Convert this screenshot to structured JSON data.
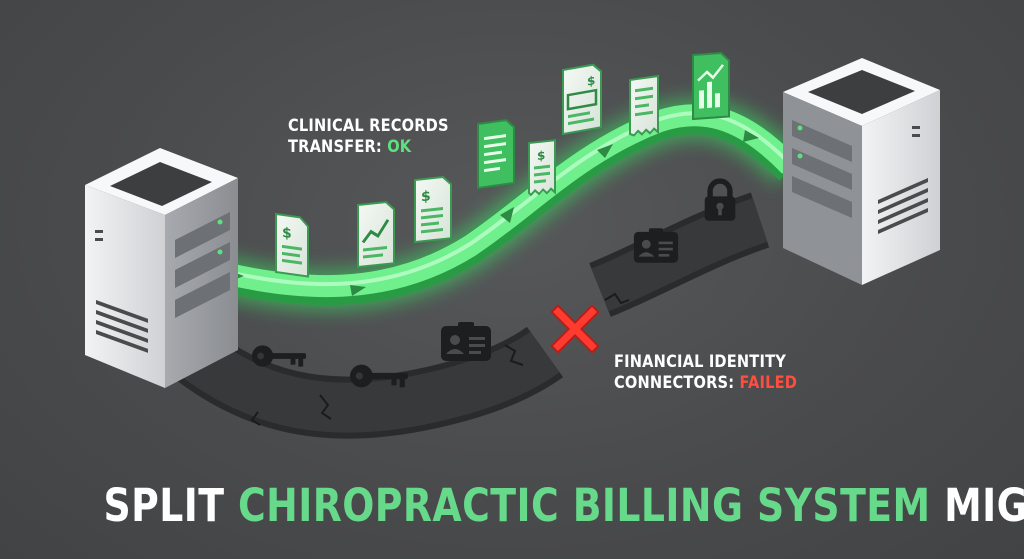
{
  "labels": {
    "clinical_line1": "CLINICAL RECORDS",
    "clinical_line2_prefix": "TRANSFER: ",
    "clinical_status": "OK",
    "financial_line1": "FINANCIAL IDENTITY",
    "financial_line2_prefix": "CONNECTORS: ",
    "financial_status": "FAILED"
  },
  "title": {
    "part1": "SPLIT ",
    "part2": "CHIROPRACTIC BILLING SYSTEM",
    "part3": " MIGRATION"
  },
  "colors": {
    "background": "#4a4b4d",
    "success_green": "#5fe07e",
    "fail_red": "#ff4d3f",
    "title_green": "#66d98a",
    "server_body": "#e6e7e9",
    "broken_path": "#353638"
  },
  "icons": [
    "server-icon",
    "document-dollar-icon",
    "document-chart-icon",
    "receipt-icon",
    "key-icon",
    "id-card-icon",
    "padlock-icon",
    "x-mark-icon"
  ]
}
